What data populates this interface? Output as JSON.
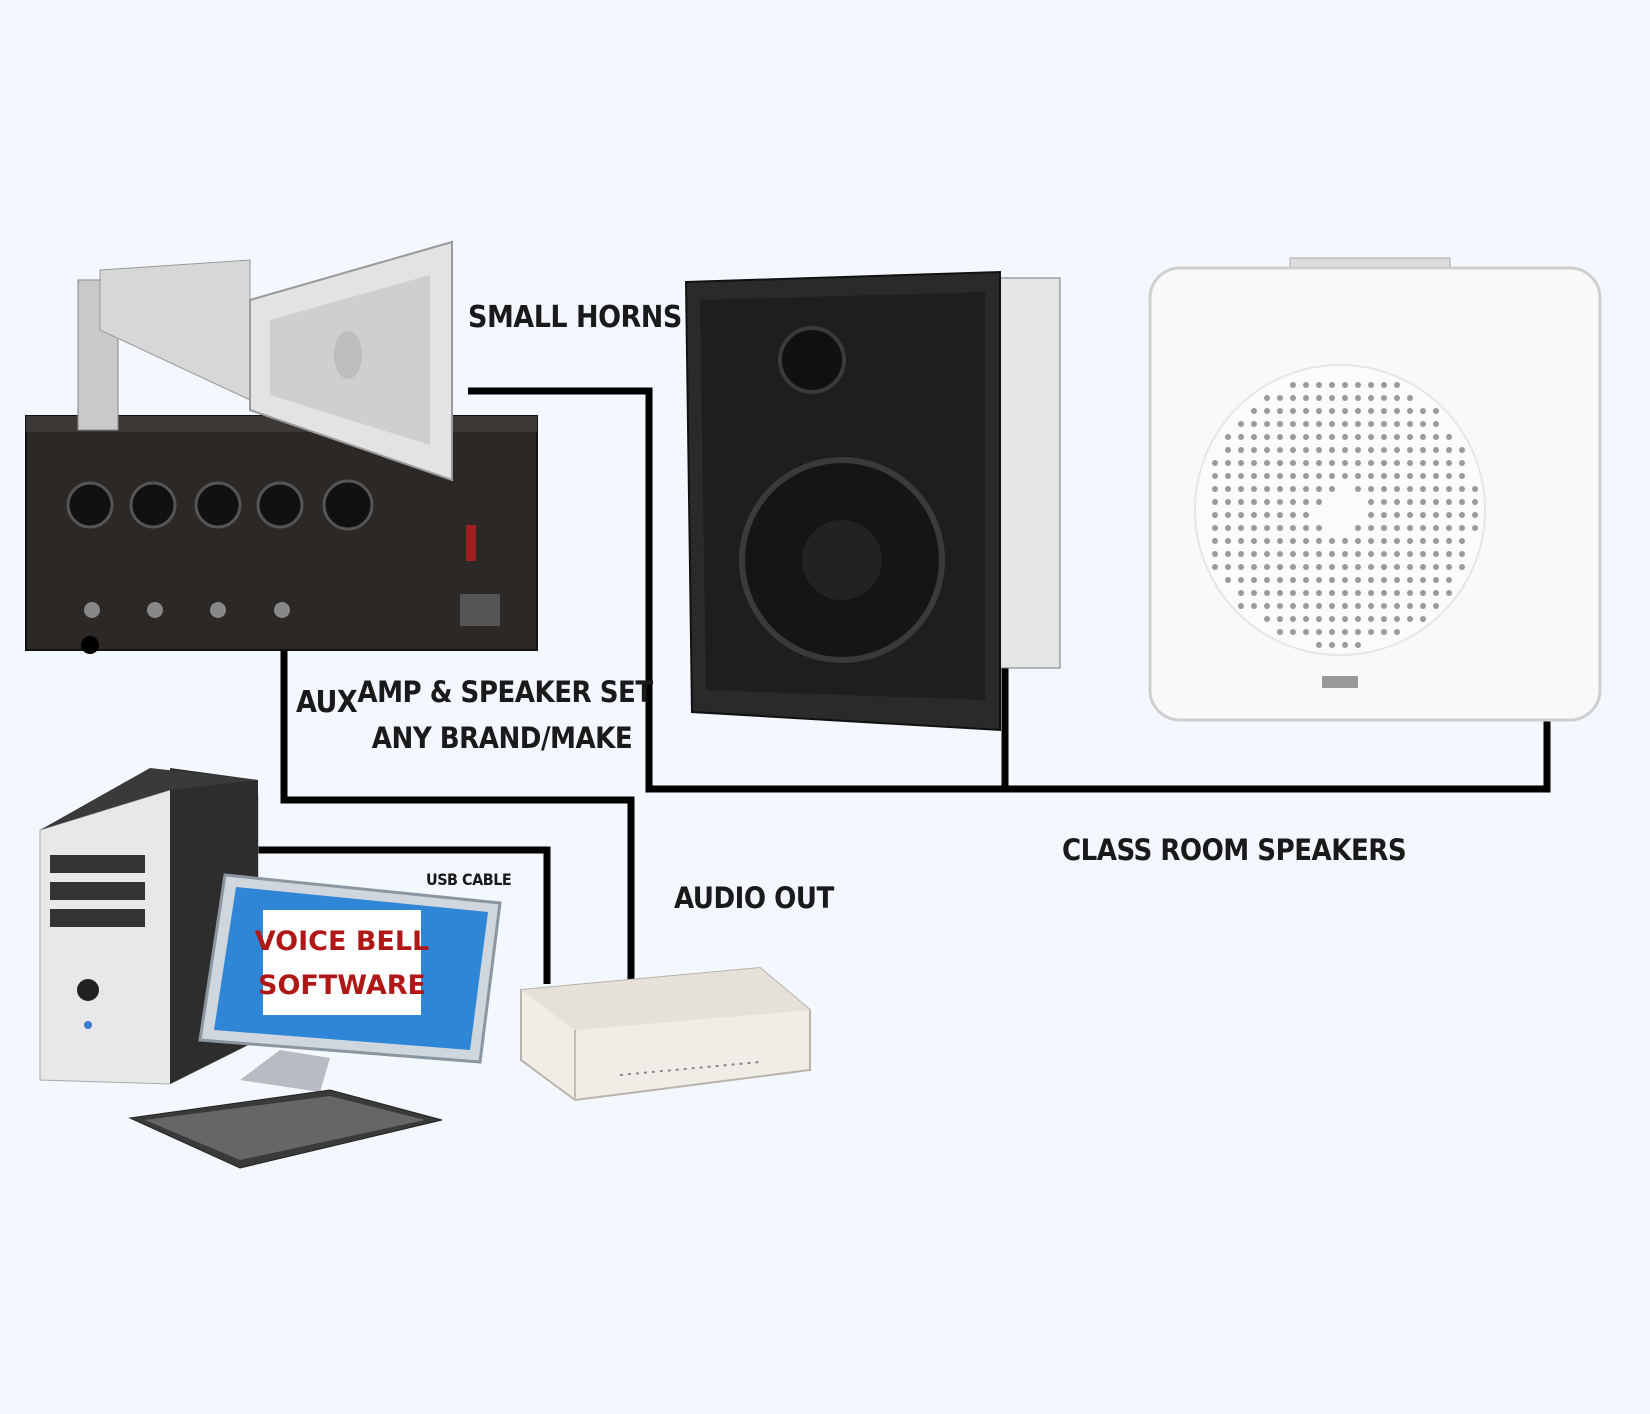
{
  "labels": {
    "small_horns": "SMALL HORNS",
    "aux": "AUX",
    "amp_set_line1": "AMP & SPEAKER SET",
    "amp_set_line2": "ANY BRAND/MAKE",
    "usb_cable": "USB CABLE",
    "audio_out": "AUDIO OUT",
    "class_room_speakers": "CLASS ROOM SPEAKERS"
  },
  "screen": {
    "line1": "VOICE BELL",
    "line2": "SOFTWARE"
  },
  "colors": {
    "background": "#f2f8fd",
    "cable": "#000000",
    "software_text": "#b01818",
    "screen_blue": "#2f86d6"
  }
}
